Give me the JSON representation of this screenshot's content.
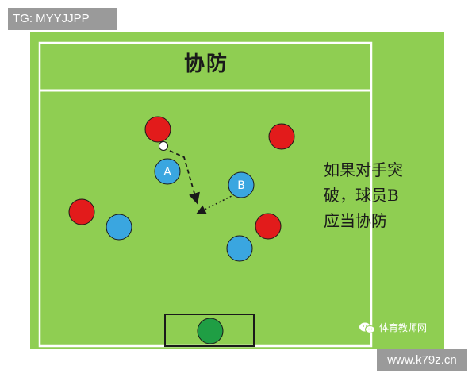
{
  "watermark_top": "TG: MYYJJPP",
  "diagram": {
    "title": "协防",
    "note_lines": [
      "如果对手突",
      "破，球员B",
      "应当协防"
    ],
    "player_labels": {
      "a": "A",
      "b": "B"
    }
  },
  "watermark_wechat": "体育教师网",
  "watermark_site": "www.k79z.cn",
  "colors": {
    "field": "#8fce52",
    "red_player": "#e21b1b",
    "blue_player": "#3aa6e0",
    "goalkeeper": "#1f9e44",
    "lines": "#ffffff"
  }
}
